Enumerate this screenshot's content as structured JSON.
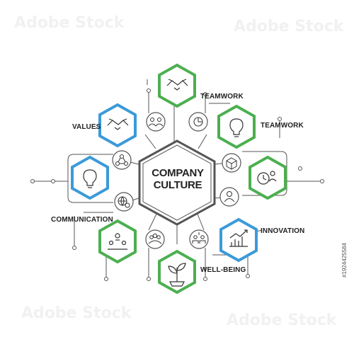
{
  "center": {
    "title_line1": "COMPANY",
    "title_line2": "CULTURE"
  },
  "labels": {
    "teamwork_top": "TEAMWORK",
    "teamwork_right": "TEAMWORK",
    "values": "VALUES",
    "communication": "COMMUNICATION",
    "innovation": "INNOVATION",
    "well_being": "WELL-BEING"
  },
  "watermark": {
    "text": "Adobe Stock",
    "stock_id": "#1924425584"
  },
  "colors": {
    "green": "#4caf50",
    "blue": "#3b9ad9",
    "line": "#555555",
    "text": "#222222"
  },
  "icons": {
    "green_hexes": [
      "handshake-icon",
      "lightbulb-icon",
      "clock-person-icon",
      "team-network-icon",
      "plant-growth-icon"
    ],
    "blue_hexes": [
      "handshake-icon",
      "lightbulb-icon",
      "growth-chart-icon"
    ],
    "circles": [
      "people-icon",
      "pie-chart-icon",
      "cube-icon",
      "user-icon",
      "group-icon",
      "team-award-icon",
      "globe-dollar-icon",
      "network-icon"
    ]
  }
}
